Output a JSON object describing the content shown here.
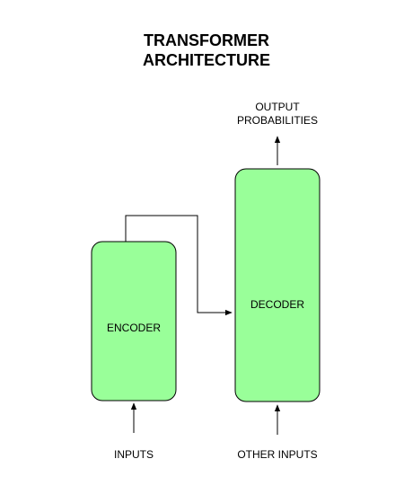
{
  "title": {
    "line1": "TRANSFORMER",
    "line2": "ARCHITECTURE"
  },
  "nodes": {
    "encoder": {
      "label": "ENCODER"
    },
    "decoder": {
      "label": "DECODER"
    }
  },
  "inputs": {
    "encoder_input": "INPUTS",
    "decoder_input": "OTHER INPUTS"
  },
  "output": {
    "line1": "OUTPUT",
    "line2": "PROBABILITIES"
  },
  "colors": {
    "block_fill": "#99FF99",
    "stroke": "#000000"
  }
}
